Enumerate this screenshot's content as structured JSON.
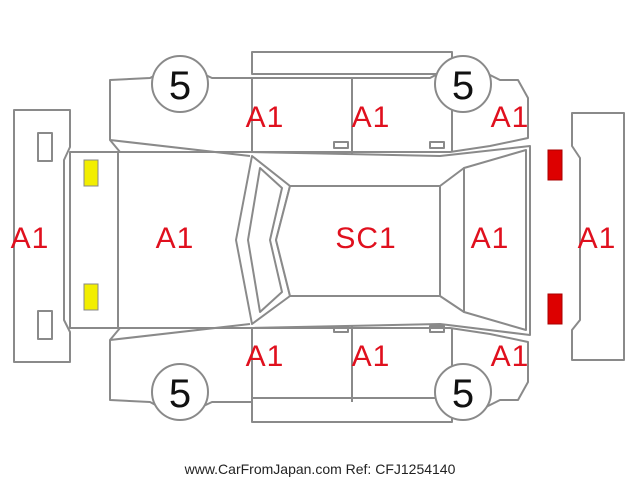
{
  "colors": {
    "outline": "#8a8a8a",
    "damage_code": "#e0101e",
    "tire_text": "#111111",
    "front_light": "#f2ee00",
    "rear_light": "#dd0000"
  },
  "panels": {
    "front_bumper": "A1",
    "hood": "A1",
    "roof": "SC1",
    "trunk": "A1",
    "rear_bumper": "A1",
    "top_front_door": "A1",
    "top_rear_door": "A1",
    "top_rear_fender": "A1",
    "bottom_front_door": "A1",
    "bottom_rear_door": "A1",
    "bottom_rear_fender": "A1"
  },
  "tires": {
    "front_top": "5",
    "rear_top": "5",
    "front_bottom": "5",
    "rear_bottom": "5"
  },
  "footer": {
    "source": "www.CarFromJapan.com Ref: CFJ1254140"
  }
}
